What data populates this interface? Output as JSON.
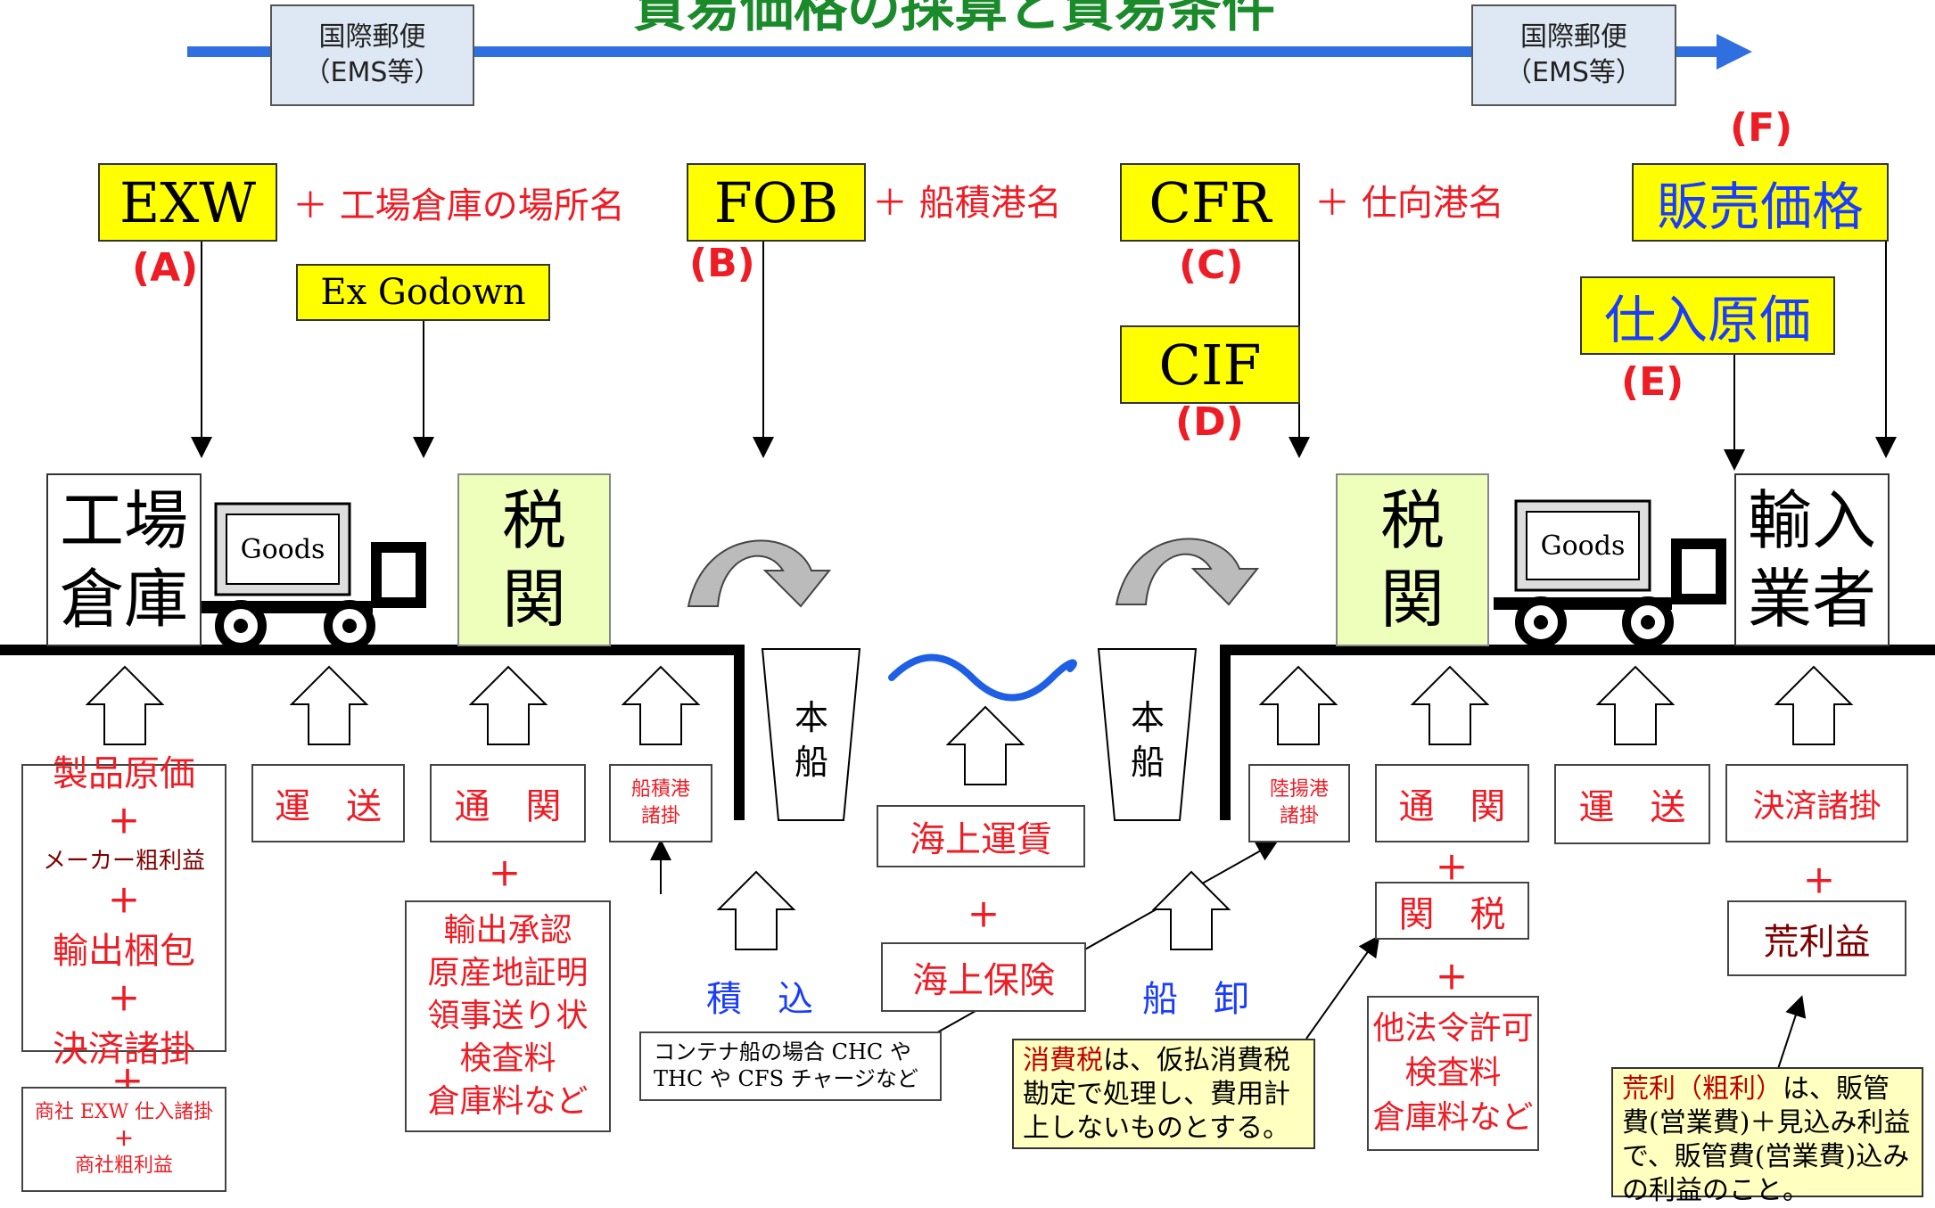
{
  "title": "貿易価格の採算と貿易条件",
  "ems": {
    "left": {
      "line1": "国際郵便",
      "line2": "（EMS等）"
    },
    "right": {
      "line1": "国際郵便",
      "line2": "（EMS等）"
    }
  },
  "terms": {
    "exw": {
      "label": "EXW",
      "suffix": "＋ 工場倉庫の場所名",
      "code": "(A)"
    },
    "ex_godown": {
      "label": "Ex Godown"
    },
    "fob": {
      "label": "FOB",
      "suffix": "＋ 船積港名",
      "code": "(B)"
    },
    "cfr": {
      "label": "CFR",
      "suffix": "＋ 仕向港名",
      "code": "(C)"
    },
    "cif": {
      "label": "CIF",
      "code": "(D)"
    },
    "purchase_cost": {
      "label": "仕入原価",
      "code": "(E)"
    },
    "sales_price": {
      "label": "販売価格",
      "code": "(F)"
    }
  },
  "places": {
    "factory": {
      "line1": "工場",
      "line2": "倉庫"
    },
    "customs_left": {
      "line1": "税",
      "line2": "関"
    },
    "customs_right": {
      "line1": "税",
      "line2": "関"
    },
    "importer": {
      "line1": "輸入",
      "line2": "業者"
    },
    "goods_left": "Goods",
    "goods_right": "Goods",
    "ship_left": {
      "line1": "本",
      "line2": "船"
    },
    "ship_right": {
      "line1": "本",
      "line2": "船"
    }
  },
  "cost_boxes": {
    "factory": {
      "line1": "製品原価",
      "plus1": "＋",
      "line2": "メーカー粗利益",
      "plus2": "＋",
      "line3": "輸出梱包",
      "plus3": "＋",
      "line4": "決済諸掛"
    },
    "plus_trading": "＋",
    "trading": {
      "line1": "商社 EXW 仕入諸掛",
      "plus": "＋",
      "line2": "商社粗利益"
    },
    "transport_left": "運　送",
    "customs_left": "通　関",
    "customs_left_plus": "＋",
    "export_docs": [
      "輸出承認",
      "原産地証明",
      "領事送り状",
      "検査料",
      "倉庫料など"
    ],
    "loading_port": {
      "line1": "船積港",
      "line2": "諸掛"
    },
    "loading": "積　込",
    "sea_freight": "海上運賃",
    "sea_plus": "＋",
    "sea_insurance": "海上保険",
    "unloading": "船　卸",
    "landing_port": {
      "line1": "陸揚港",
      "line2": "諸掛"
    },
    "customs_right": "通　関",
    "customs_right_plus1": "＋",
    "duty": "関　税",
    "customs_right_plus2": "＋",
    "other_laws": [
      "他法令許可",
      "検査料",
      "倉庫料など"
    ],
    "transport_right": "運　送",
    "settlement": "決済諸掛",
    "settlement_plus": "＋",
    "gross_profit": "荒利益"
  },
  "notes": {
    "container": "コンテナ船の場合 CHC や THC や CFS チャージなど",
    "consumption_tax": {
      "accent": "消費税",
      "text": "は、仮払消費税勘定で処理し、費用計上しないものとする。"
    },
    "gross_profit": {
      "accent": "荒利（粗利）",
      "text": "は、販管費(営業費)＋見込み利益で、販管費(営業費)込みの利益のこと。"
    }
  },
  "colors": {
    "arrow_blue": "#2f6fe0",
    "yellow": "#ffff00",
    "customs_green": "#eeffbb",
    "red": "#ee1c24",
    "blue_text": "#1a3cff",
    "wave": "#1f5fe6"
  }
}
